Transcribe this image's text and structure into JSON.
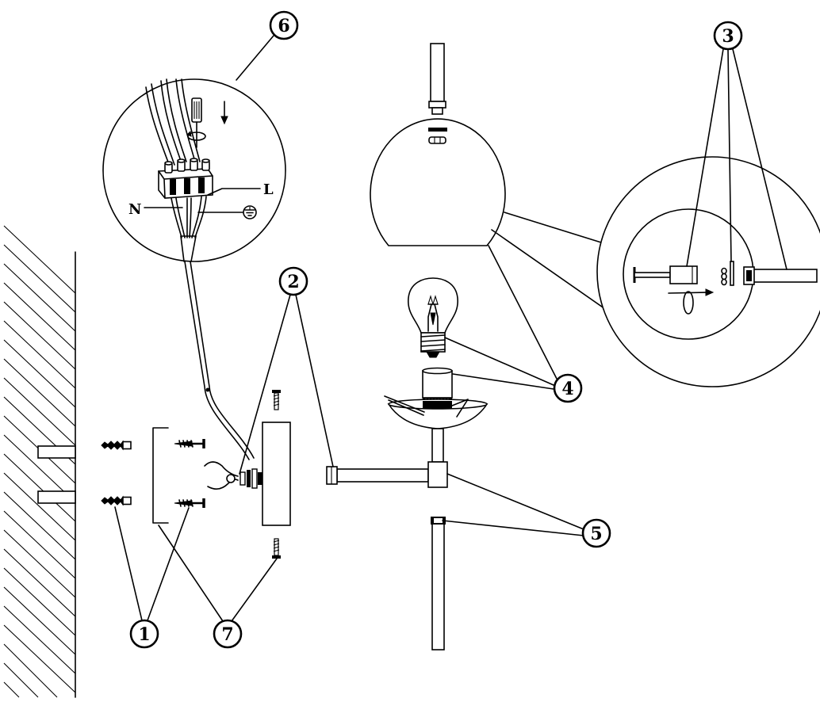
{
  "callouts": {
    "c1": "1",
    "c2": "2",
    "c3": "3",
    "c4": "4",
    "c5": "5",
    "c6": "6",
    "c7": "7"
  },
  "wiring_labels": {
    "neutral": "N",
    "live": "L"
  }
}
